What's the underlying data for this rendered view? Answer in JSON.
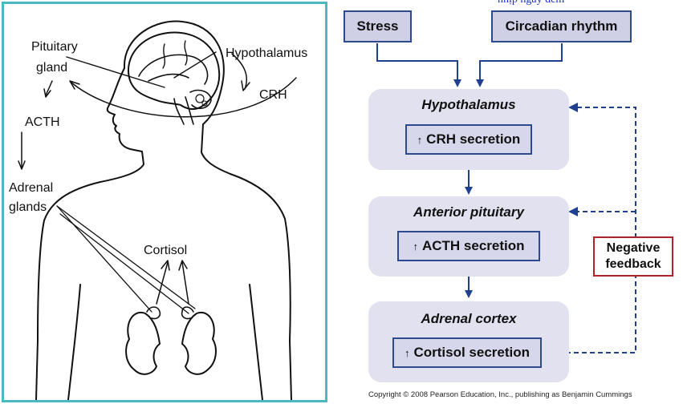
{
  "illustration": {
    "labels": {
      "pituitary_line1": "Pituitary",
      "pituitary_line2": "gland",
      "hypothalamus": "Hypothalamus",
      "crh": "CRH",
      "acth": "ACTH",
      "adrenal_line1": "Adrenal",
      "adrenal_line2": "glands",
      "cortisol": "Cortisol"
    },
    "border_color": "#4bb8c4"
  },
  "flowchart": {
    "top_annotation": "nhịp ngày đêm",
    "inputs": [
      "Stress",
      "Circadian rhythm"
    ],
    "stages": [
      {
        "title": "Hypothalamus",
        "secretion": "CRH secretion"
      },
      {
        "title": "Anterior pituitary",
        "secretion": "ACTH secretion"
      },
      {
        "title": "Adrenal cortex",
        "secretion": "Cortisol secretion"
      }
    ],
    "up_arrow_glyph": "↑",
    "negative_feedback_line1": "Negative",
    "negative_feedback_line2": "feedback",
    "copyright": "Copyright © 2008 Pearson Education, Inc., publishing as Benjamin Cummings",
    "colors": {
      "arrow": "#1f3f8f",
      "box_border": "#2e4a8e",
      "stage_bg": "#e1e1ef",
      "feedback_border": "#b0232a",
      "annotation": "#1a2fd6"
    }
  }
}
